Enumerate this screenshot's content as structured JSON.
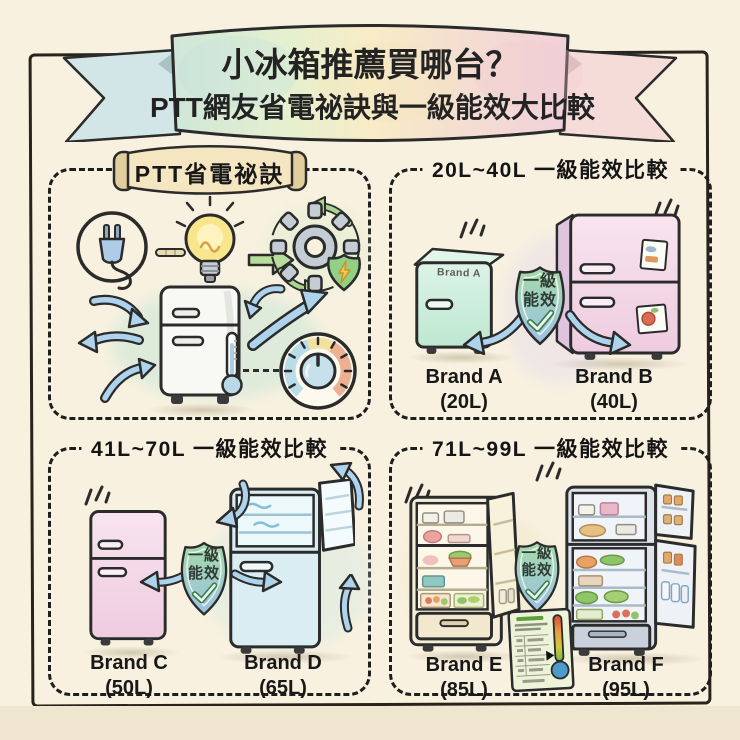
{
  "banner": {
    "line1": "小冰箱推薦買哪台？",
    "line2": "PTT網友省電祕訣與一級能效大比較"
  },
  "badge": {
    "line1": "一級",
    "line2": "能效"
  },
  "panels": {
    "tips": {
      "title": "PTT省電祕訣"
    },
    "small": {
      "title": "20L~40L 一級能效比較",
      "door_label": "Brand A",
      "items": [
        {
          "brand": "Brand A",
          "size": "(20L)"
        },
        {
          "brand": "Brand B",
          "size": "(40L)"
        }
      ]
    },
    "medium": {
      "title": "41L~70L 一級能效比較",
      "items": [
        {
          "brand": "Brand C",
          "size": "(50L)"
        },
        {
          "brand": "Brand D",
          "size": "(65L)"
        }
      ]
    },
    "large": {
      "title": "71L~99L 一級能效比較",
      "items": [
        {
          "brand": "Brand E",
          "size": "(85L)"
        },
        {
          "brand": "Brand F",
          "size": "(95L)"
        }
      ]
    }
  },
  "icons": {
    "plug": "power-plug-icon",
    "bulb": "lightbulb-icon",
    "gear": "gear-recycle-icon",
    "shield": "energy-badge-shield",
    "dial": "temperature-dial-icon",
    "thermometer": "thermometer-icon",
    "label_card": "energy-label-card"
  },
  "colors": {
    "background": "#f8f1e0",
    "ink": "#2b2b2b",
    "shield_top": "#a5d9a8",
    "shield_bottom": "#9cc2e3",
    "arrow_blue": "#aed3ec",
    "arrow_green": "#b8dc9c",
    "bulb_yellow": "#f8e68c",
    "fridge_mint": "#cdeedd",
    "fridge_pink": "#f4d6e5",
    "fridge_blue": "#d9edf2",
    "fridge_cream": "#f5eed6",
    "fridge_gray": "#dce3eb",
    "check_green": "#3f7d4d",
    "label_card_bg": "#edf3d9"
  }
}
